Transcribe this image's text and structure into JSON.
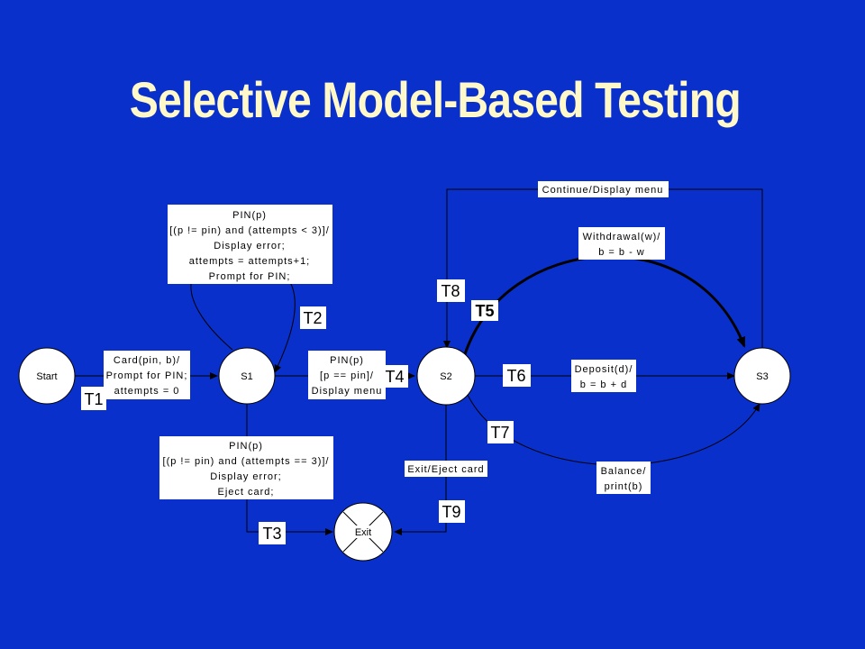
{
  "slide": {
    "title": "Selective Model-Based Testing"
  },
  "states": {
    "start": "Start",
    "s1": "S1",
    "s2": "S2",
    "s3": "S3",
    "exit": "Exit"
  },
  "transitions": {
    "t1": {
      "tag": "T1",
      "label": [
        "Card(pin, b)/",
        "Prompt for PIN;",
        "attempts = 0"
      ]
    },
    "t2": {
      "tag": "T2",
      "label": [
        "PIN(p)",
        "[(p != pin) and (attempts < 3)]/",
        "Display error;",
        "attempts = attempts+1;",
        "Prompt for PIN;"
      ]
    },
    "t3": {
      "tag": "T3",
      "label": [
        "PIN(p)",
        "[(p != pin) and (attempts == 3)]/",
        "Display error;",
        "Eject card;"
      ]
    },
    "t4": {
      "tag": "T4",
      "label": [
        "PIN(p)",
        "[p == pin]/",
        "Display menu"
      ]
    },
    "t5": {
      "tag": "T5",
      "label": [
        "Withdrawal(w)/",
        "b = b - w"
      ]
    },
    "t6": {
      "tag": "T6",
      "label": [
        "Deposit(d)/",
        "b = b + d"
      ]
    },
    "t7": {
      "tag": "T7",
      "label": [
        "Balance/",
        "print(b)"
      ]
    },
    "t8": {
      "tag": "T8",
      "label": [
        "Continue/Display menu"
      ]
    },
    "t9": {
      "tag": "T9",
      "label": [
        "Exit/Eject card"
      ]
    }
  },
  "colors": {
    "background": "#0a30cc",
    "title": "#fff8c8",
    "box": "#ffffff",
    "line": "#000000"
  }
}
